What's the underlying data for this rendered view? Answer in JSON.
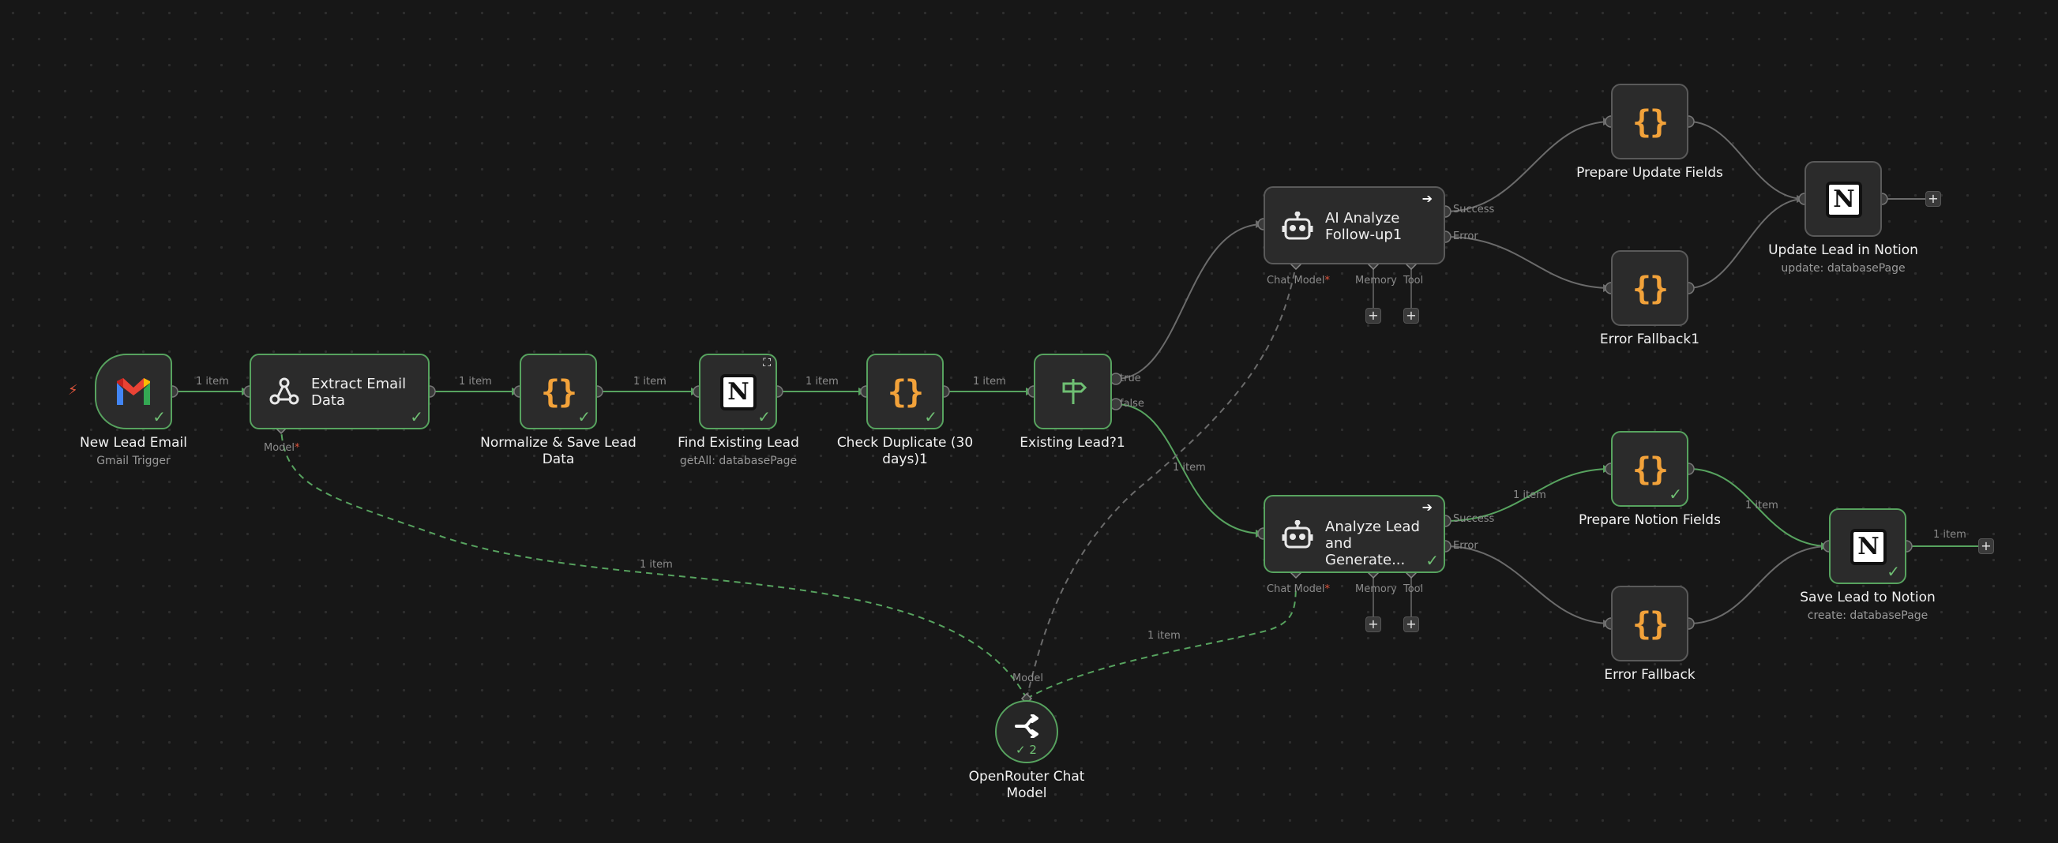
{
  "colors": {
    "success": "#57a35f",
    "connection": "#666666",
    "brace": "#f2a23a",
    "trigger": "#e0553c"
  },
  "nodes": {
    "new_lead": {
      "title": "New Lead Email",
      "subtitle": "Gmail Trigger",
      "icon": "gmail-icon"
    },
    "extract": {
      "label": "Extract Email Data",
      "label_l1": "Extract Email",
      "label_l2": "Data",
      "icon": "information-extractor-icon",
      "port_model": "Model"
    },
    "normalize": {
      "title_l1": "Normalize & Save Lead",
      "title_l2": "Data",
      "icon": "code-braces-icon"
    },
    "find": {
      "title": "Find Existing Lead",
      "subtitle": "getAll: databasePage",
      "icon": "notion-icon"
    },
    "check": {
      "title_l1": "Check Duplicate (30",
      "title_l2": "days)1",
      "icon": "code-braces-icon"
    },
    "existing": {
      "title": "Existing Lead?1",
      "port_true": "true",
      "port_false": "false",
      "icon": "signpost-icon"
    },
    "ai_followup": {
      "label_l1": "AI Analyze",
      "label_l2": "Follow-up1",
      "port_success": "Success",
      "port_error": "Error",
      "port_chat_model": "Chat Model",
      "port_memory": "Memory",
      "port_tool": "Tool",
      "icon": "robot-icon"
    },
    "analyze_lead": {
      "label_l1": "Analyze Lead",
      "label_l2": "and Generate...",
      "port_success": "Success",
      "port_error": "Error",
      "port_chat_model": "Chat Model",
      "port_memory": "Memory",
      "port_tool": "Tool",
      "icon": "robot-icon"
    },
    "prep_update": {
      "title": "Prepare Update Fields",
      "icon": "code-braces-icon"
    },
    "error_fb1": {
      "title": "Error Fallback1",
      "icon": "code-braces-icon"
    },
    "update_notion": {
      "title": "Update Lead in Notion",
      "subtitle": "update: databasePage",
      "icon": "notion-icon"
    },
    "prep_notion": {
      "title": "Prepare Notion Fields",
      "icon": "code-braces-icon"
    },
    "error_fb": {
      "title": "Error Fallback",
      "icon": "code-braces-icon"
    },
    "save_notion": {
      "title": "Save Lead to Notion",
      "subtitle": "create: databasePage",
      "icon": "notion-icon"
    },
    "openrouter": {
      "title_l1": "OpenRouter Chat",
      "title_l2": "Model",
      "port_model": "Model",
      "run_count": "2",
      "icon": "openrouter-icon"
    }
  },
  "edge_labels": {
    "e1": "1 item",
    "e2": "1 item",
    "e3": "1 item",
    "e4": "1 item",
    "e5": "1 item",
    "e_false": "1 item",
    "e_model_extract": "1 item",
    "e_model_analyze": "1 item",
    "e_prep_save": "1 item",
    "e_save_out": "1 item"
  },
  "required_marker": "*",
  "add_symbol": "+"
}
